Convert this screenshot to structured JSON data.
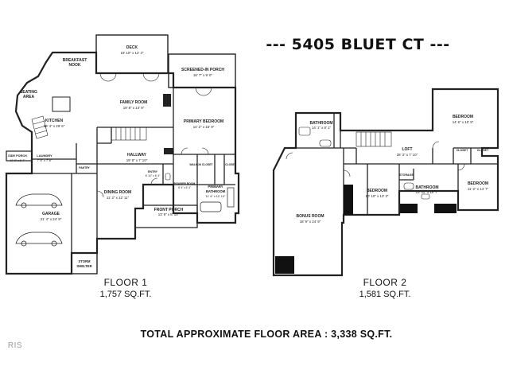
{
  "header": {
    "title": "--- 5405 BLUET CT ---"
  },
  "floor1": {
    "name": "FLOOR 1",
    "area": "1,757 SQ.FT.",
    "rooms": {
      "deck": {
        "name": "DECK",
        "dims": "18' 10\" x 12' 4\""
      },
      "breakfast": {
        "name": "BREAKFAST",
        "name2": "NOOK"
      },
      "screened": {
        "name": "SCREENED-IN PORCH",
        "dims": "16' 7\" x 9' 0\""
      },
      "seating": {
        "name": "SEATING",
        "name2": "AREA"
      },
      "family": {
        "name": "FAMILY ROOM",
        "dims": "19' 8\" x 14' 9\""
      },
      "kitchen": {
        "name": "KITCHEN",
        "dims": "19' 4\" x 29' 6\""
      },
      "primary_bed": {
        "name": "PRIMARY BEDROOM",
        "dims": "14' 2\" x 15' 9\""
      },
      "side_porch": {
        "name": "SIDE PORCH",
        "dims": "10' 8\" x 5' 7\""
      },
      "laundry": {
        "name": "LAUNDRY",
        "dims": "7' 8\" x 7' 6\""
      },
      "hallway": {
        "name": "HALLWAY",
        "dims": "19' 8\" x 7' 10\""
      },
      "walkin": {
        "name": "WALK-IN CLOSET"
      },
      "closet": {
        "name": "CLOSET"
      },
      "pantry": {
        "name": "PANTRY"
      },
      "entry": {
        "name": "ENTRY",
        "dims": "6' 10\" x 6' 4\""
      },
      "powder": {
        "name": "POWDER ROOM",
        "dims": "6' 4\" x 5' 4\""
      },
      "primary_bath": {
        "name": "PRIMARY",
        "name2": "BATHROOM",
        "dims": "11' 6\" x 10' 10\""
      },
      "dining": {
        "name": "DINING ROOM",
        "dims": "11' 2\" x 12' 11\""
      },
      "garage": {
        "name": "GARAGE",
        "dims": "21' 4\" x 24' 9\""
      },
      "front_porch": {
        "name": "FRONT PORCH",
        "dims": "13' 9\" x 8' 10\""
      },
      "storm": {
        "name": "STORM",
        "name2": "SHELTER"
      }
    }
  },
  "floor2": {
    "name": "FLOOR 2",
    "area": "1,581 SQ.FT.",
    "rooms": {
      "bathroom_a": {
        "name": "BATHROOM",
        "dims": "14' 1\" x 8' 1\""
      },
      "bedroom_a": {
        "name": "BEDROOM",
        "dims": "14' 6\" x 10' 9\""
      },
      "loft": {
        "name": "LOFT",
        "dims": "28' 3\" x 7' 10\""
      },
      "closet1": {
        "name": "CLOSET"
      },
      "closet2": {
        "name": "CLOSET"
      },
      "storage": {
        "name": "STORAGE"
      },
      "bedroom_b": {
        "name": "BEDROOM",
        "dims": "10' 10\" x 13' 3\""
      },
      "bathroom_b": {
        "name": "BATHROOM",
        "dims": "13' 11\" x 10' 7\""
      },
      "bedroom_c": {
        "name": "BEDROOM",
        "dims": "11' 2\" x 14' 7\""
      },
      "bonus": {
        "name": "BONUS ROOM",
        "dims": "18' 9\" x 24' 9\""
      }
    }
  },
  "footer": {
    "total": "TOTAL APPROXIMATE FLOOR AREA : 3,338 SQ.FT."
  },
  "watermark": {
    "text": "RIS"
  }
}
